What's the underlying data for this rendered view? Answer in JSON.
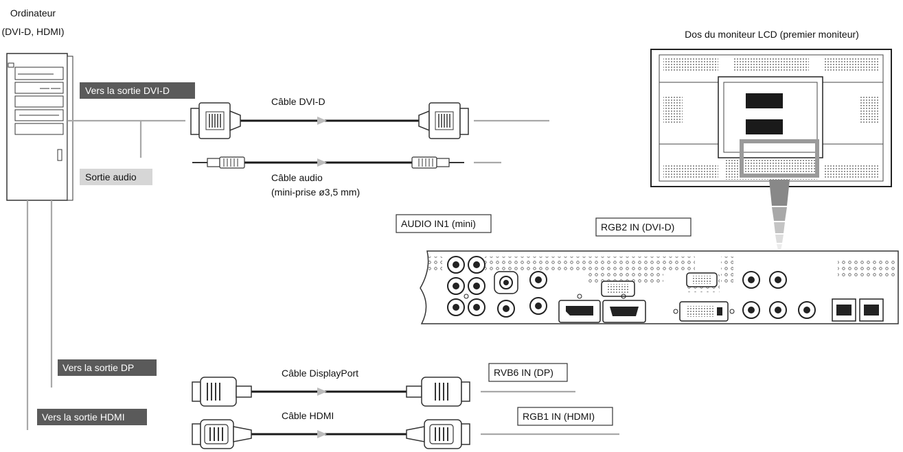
{
  "computer": {
    "title_line1": "Ordinateur",
    "title_line2": "(DVI-D, HDMI)"
  },
  "monitor_back": {
    "title": "Dos du moniteur LCD (premier moniteur)"
  },
  "outputs": {
    "dvi": "Vers la sortie DVI-D",
    "audio": "Sortie audio",
    "dp": "Vers la sortie DP",
    "hdmi": "Vers la sortie HDMI"
  },
  "cables": {
    "dvi": "Câble DVI-D",
    "audio_line1": "Câble audio",
    "audio_line2": "(mini-prise ø3,5 mm)",
    "dp": "Câble DisplayPort",
    "hdmi": "Câble HDMI"
  },
  "inputs": {
    "audio_in1": "AUDIO IN1 (mini)",
    "rgb2": "RGB2 IN (DVI-D)",
    "rvb6": "RVB6 IN (DP)",
    "rgb1": "RGB1 IN (HDMI)"
  },
  "colors": {
    "label_dark_bg": "#5a5a5a",
    "label_light_bg": "#d6d6d6",
    "wire_gray": "#a8a8a8",
    "cable_black": "#1a1a1a"
  }
}
